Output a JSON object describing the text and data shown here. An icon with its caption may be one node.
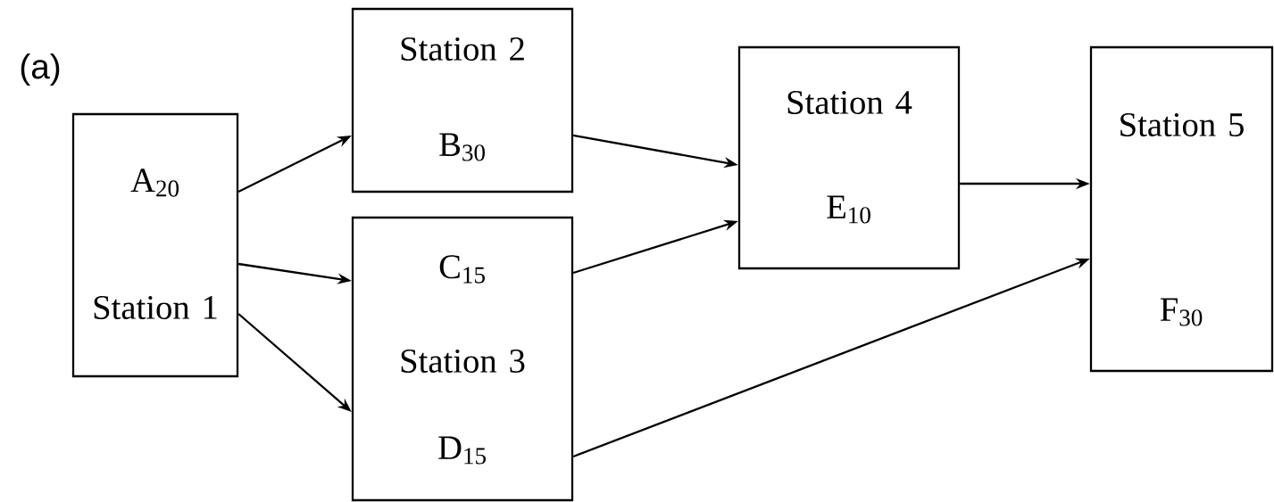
{
  "diagram": {
    "nodes": [
      {
        "text": [
          "A$_{20}$",
          "Station 1"
        ]
      },
      {
        "text": [
          "Station 2",
          "B$_{30}$"
        ]
      },
      {
        "text": [
          "C$_{15}$",
          "Station 3",
          "D$_{15}$"
        ]
      },
      {
        "text": [
          "Station 4",
          "E$_{10}$"
        ]
      },
      {
        "text": [
          "Station 5",
          "F$_{30}$"
        ]
      }
    ],
    "edges": [
      {
        "from": 0,
        "to": 1,
        "arrow": "to"
      },
      {
        "from": 0,
        "to": 2,
        "arrow": "to"
      },
      {
        "from": 0,
        "to": 2,
        "arrow": "to"
      },
      {
        "from": 1,
        "to": 3,
        "arrow": "to"
      },
      {
        "from": 2,
        "to": 3,
        "arrow": "to"
      },
      {
        "from": 3,
        "to": 4,
        "arrow": "to"
      },
      {
        "from": 2,
        "to": 4,
        "arrow": "to"
      }
    ],
    "labels": [
      "(a)"
    ]
  }
}
